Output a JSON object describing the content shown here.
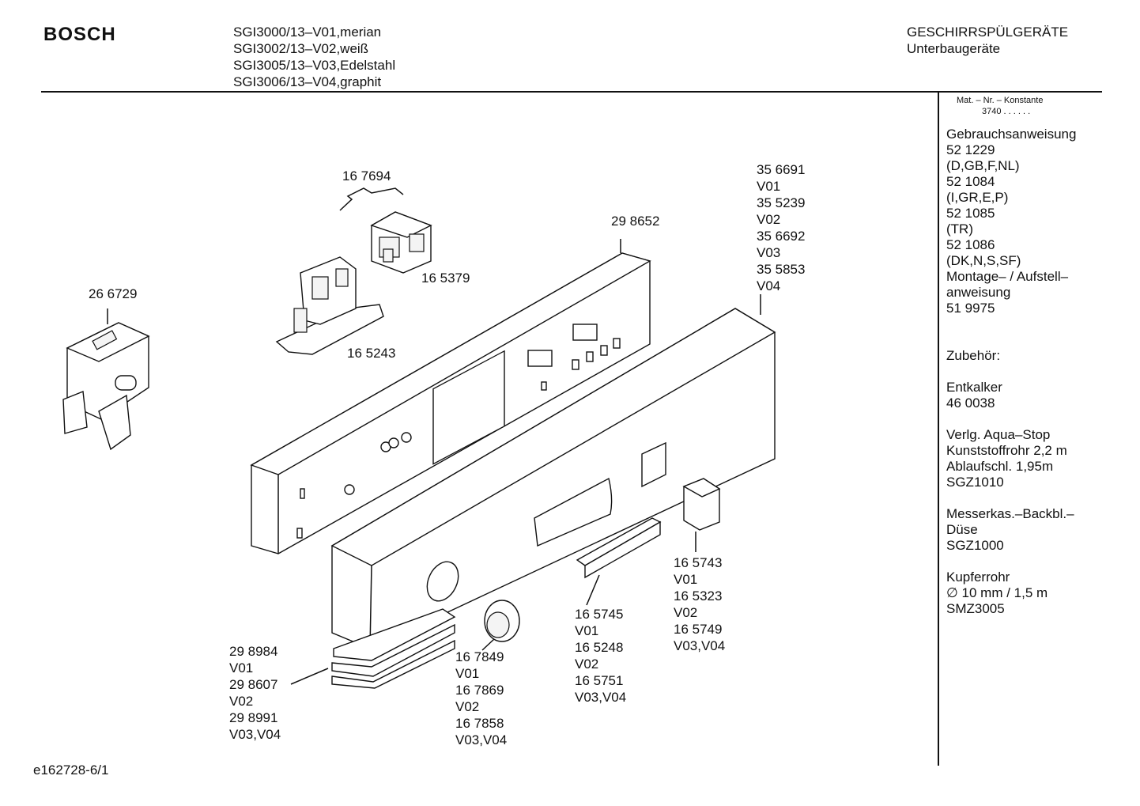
{
  "header": {
    "brand": "BOSCH",
    "models": [
      "SGI3000/13–V01,merian",
      "SGI3002/13–V02,weiß",
      "SGI3005/13–V03,Edelstahl",
      "SGI3006/13–V04,graphit"
    ],
    "category": "GESCHIRRSPÜLGERÄTE",
    "subcategory": "Unterbaugeräte"
  },
  "sidebar": {
    "mat_label": "Mat. – Nr. – Konstante",
    "mat_value": "3740 . . . . . .",
    "lines": [
      "Gebrauchsanweisung",
      "52 1229",
      "(D,GB,F,NL)",
      "52 1084",
      "(I,GR,E,P)",
      "52 1085",
      "(TR)",
      "52 1086",
      "(DK,N,S,SF)",
      "Montage– / Aufstell–",
      "anweisung",
      "51 9975",
      "",
      "",
      "Zubehör:",
      "",
      "Entkalker",
      "46 0038",
      "",
      "Verlg. Aqua–Stop",
      "Kunststoffrohr 2,2 m",
      "Ablaufschl. 1,95m",
      "SGZ1010",
      "",
      "Messerkas.–Backbl.–",
      "Düse",
      "SGZ1000",
      "",
      "Kupferrohr",
      "∅ 10 mm / 1,5 m",
      "SMZ3005"
    ]
  },
  "parts": {
    "p266729": "26 6729",
    "p167694": "16 7694",
    "p165379": "16 5379",
    "p165243": "16 5243",
    "p298652": "29 8652",
    "p356691": [
      "35 6691",
      "V01",
      "35 5239",
      "V02",
      "35 6692",
      "V03",
      "35 5853",
      "V04"
    ],
    "p165743": [
      "16 5743",
      "V01",
      "16 5323",
      "V02",
      "16 5749",
      "V03,V04"
    ],
    "p165745": [
      "16 5745",
      "V01",
      "16 5248",
      "V02",
      "16 5751",
      "V03,V04"
    ],
    "p167849": [
      "16 7849",
      "V01",
      "16 7869",
      "V02",
      "16 7858",
      "V03,V04"
    ],
    "p298984": [
      "29 8984",
      "V01",
      "29 8607",
      "V02",
      "29 8991",
      "V03,V04"
    ]
  },
  "footer": {
    "drawing_id": "e162728-6/1"
  }
}
